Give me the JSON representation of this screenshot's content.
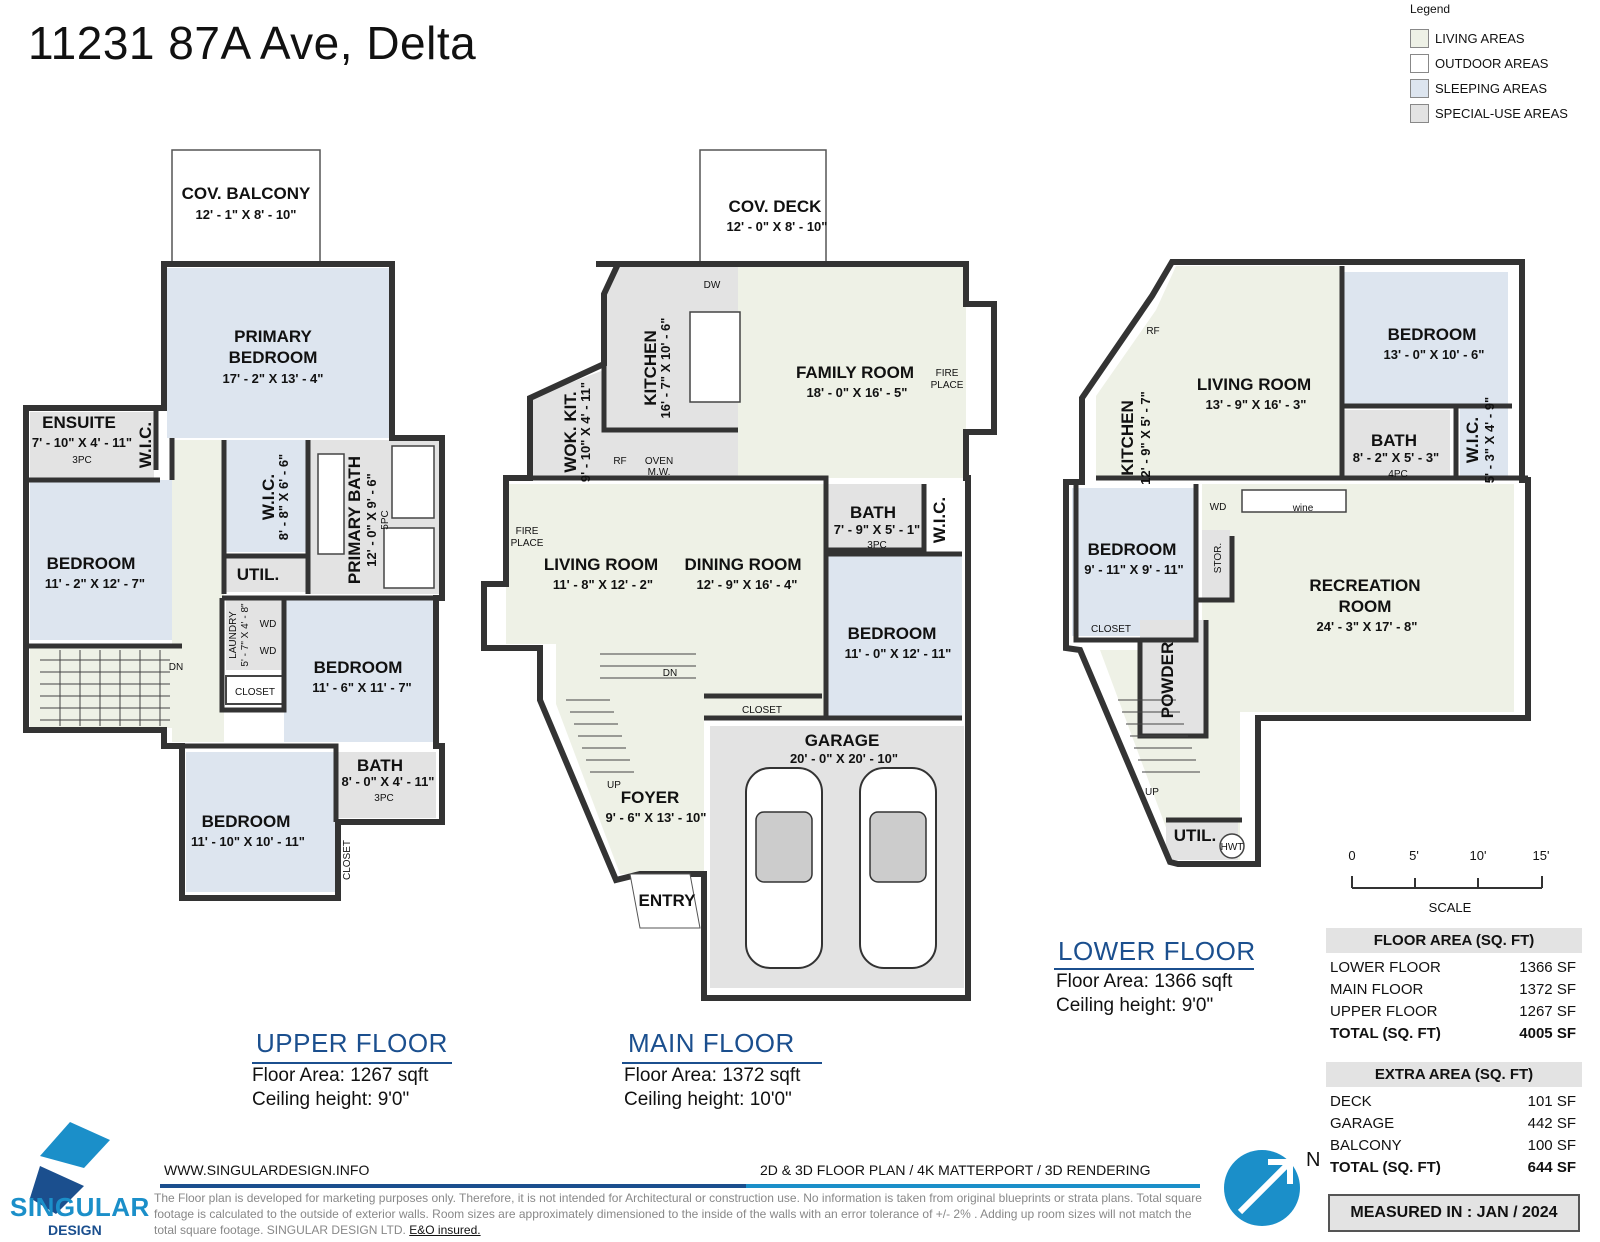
{
  "title": "11231 87A Ave, Delta",
  "legend": {
    "heading": "Legend",
    "items": [
      {
        "label": "LIVING AREAS",
        "color": "#eef1e6"
      },
      {
        "label": "OUTDOOR AREAS",
        "color": "#ffffff"
      },
      {
        "label": "SLEEPING AREAS",
        "color": "#dde5ef"
      },
      {
        "label": "SPECIAL-USE AREAS",
        "color": "#e3e3e3"
      }
    ]
  },
  "upper": {
    "label": "UPPER FLOOR",
    "area": "Floor Area: 1267 sqft",
    "ceiling": "Ceiling height: 9'0\"",
    "rooms": {
      "balcony": {
        "name": "COV. BALCONY",
        "dim": "12' - 1\" X 8' - 10\""
      },
      "primary": {
        "name1": "PRIMARY",
        "name2": "BEDROOM",
        "dim": "17' - 2\" X 13' - 4\""
      },
      "ensuite": {
        "name": "ENSUITE",
        "dim": "7' - 10\" X 4' - 11\"",
        "tag": "3PC"
      },
      "wic1": {
        "name": "W.I.C."
      },
      "wic2": {
        "name": "W.I.C.",
        "dim": "8' - 8\" X 6' - 6\""
      },
      "pbath": {
        "name": "PRIMARY BATH",
        "dim": "12' - 0\" X 9' - 6\"",
        "tag": "5PC"
      },
      "util": {
        "name": "UTIL."
      },
      "bed1": {
        "name": "BEDROOM",
        "dim": "11' - 2\" X 12' - 7\""
      },
      "laundry": {
        "name": "LAUNDRY",
        "dim": "5' - 7\" X 4' - 8\"",
        "wd": "WD"
      },
      "closet": {
        "name": "CLOSET"
      },
      "bed2": {
        "name": "BEDROOM",
        "dim": "11' - 6\" X 11' - 7\""
      },
      "bath": {
        "name": "BATH",
        "dim": "8' - 0\" X 4' - 11\"",
        "tag": "3PC"
      },
      "bed3": {
        "name": "BEDROOM",
        "dim": "11' - 10\" X 10' - 11\""
      },
      "closet2": {
        "name": "CLOSET"
      },
      "dn": "DN"
    }
  },
  "main": {
    "label": "MAIN FLOOR",
    "area": "Floor Area: 1372 sqft",
    "ceiling": "Ceiling height: 10'0\"",
    "rooms": {
      "deck": {
        "name": "COV. DECK",
        "dim": "12' - 0\" X 8' - 10\""
      },
      "kitchen": {
        "name": "KITCHEN",
        "dim": "16' - 7\" X 10' - 6\""
      },
      "wok": {
        "name": "WOK. KIT.",
        "dim": "9' - 10\" X 4' - 11\""
      },
      "family": {
        "name": "FAMILY ROOM",
        "dim": "18' - 0\" X 16' - 5\""
      },
      "fire1": {
        "l1": "FIRE",
        "l2": "PLACE"
      },
      "fire2": {
        "l1": "FIRE",
        "l2": "PLACE"
      },
      "living": {
        "name": "LIVING ROOM",
        "dim": "11' - 8\" X 12' - 2\""
      },
      "dining": {
        "name": "DINING ROOM",
        "dim": "12' - 9\" X 16' - 4\""
      },
      "bath": {
        "name": "BATH",
        "dim": "7' - 9\" X 5' - 1\"",
        "tag": "3PC"
      },
      "wic": {
        "name": "W.I.C."
      },
      "bed": {
        "name": "BEDROOM",
        "dim": "11' - 0\" X 12' - 11\""
      },
      "closet": {
        "name": "CLOSET"
      },
      "garage": {
        "name": "GARAGE",
        "dim": "20' - 0\" X 20' - 10\""
      },
      "foyer": {
        "name": "FOYER",
        "dim": "9' - 6\" X 13' - 10\""
      },
      "entry": {
        "name": "ENTRY"
      },
      "rf": "RF",
      "oven": "OVEN",
      "mw": "M.W.",
      "dw": "DW",
      "dn": "DN",
      "up": "UP"
    }
  },
  "lower": {
    "label": "LOWER FLOOR",
    "area": "Floor Area: 1366 sqft",
    "ceiling": "Ceiling height: 9'0\"",
    "rooms": {
      "kitchen": {
        "name": "KITCHEN",
        "dim": "12' - 9\" X 5' - 7\""
      },
      "living": {
        "name": "LIVING ROOM",
        "dim": "13' - 9\" X 16' - 3\""
      },
      "bed1": {
        "name": "BEDROOM",
        "dim": "13' - 0\" X 10' - 6\""
      },
      "bath": {
        "name": "BATH",
        "dim": "8' - 2\" X 5' - 3\"",
        "tag": "4PC"
      },
      "wic": {
        "name": "W.I.C.",
        "dim": "5' - 3\" X 4' - 9\""
      },
      "bed2": {
        "name": "BEDROOM",
        "dim": "9' - 11\" X 9' - 11\""
      },
      "closet": {
        "name": "CLOSET"
      },
      "stor": {
        "name": "STOR."
      },
      "rec": {
        "name1": "RECREATION",
        "name2": "ROOM",
        "dim": "24' - 3\" X 17' - 8\""
      },
      "powder": {
        "name": "POWDER"
      },
      "util": {
        "name": "UTIL."
      },
      "rf": "RF",
      "wd": "WD",
      "wine": "wine",
      "up": "UP",
      "hwt": "HWT"
    }
  },
  "scale": {
    "ticks": [
      "0",
      "5'",
      "10'",
      "15'"
    ],
    "label": "SCALE"
  },
  "floor_area": {
    "heading": "FLOOR AREA (SQ. FT)",
    "rows": [
      {
        "name": "LOWER FLOOR",
        "value": "1366 SF"
      },
      {
        "name": "MAIN FLOOR",
        "value": "1372 SF"
      },
      {
        "name": "UPPER FLOOR",
        "value": "1267 SF"
      }
    ],
    "total": {
      "name": "TOTAL (SQ. FT)",
      "value": "4005 SF"
    }
  },
  "extra_area": {
    "heading": "EXTRA AREA (SQ. FT)",
    "rows": [
      {
        "name": "DECK",
        "value": "101 SF"
      },
      {
        "name": "GARAGE",
        "value": "442 SF"
      },
      {
        "name": "BALCONY",
        "value": "100 SF"
      }
    ],
    "total": {
      "name": "TOTAL (SQ. FT)",
      "value": "644 SF"
    }
  },
  "measured": "MEASURED IN : JAN / 2024",
  "footer": {
    "website": "WWW.SINGULARDESIGN.INFO",
    "services": "2D & 3D FLOOR PLAN / 4K MATTERPORT / 3D RENDERING",
    "disclaimer": "The Floor plan is developed for marketing purposes only. Therefore, it is not intended for Architectural or construction use. No information is taken from original blueprints or strata plans. Total square footage is calculated to the outside of exterior walls. Room sizes are approximately dimensioned to the inside of the walls with an error tolerance of +/- 2% . Adding up room sizes will not match the total square footage. SINGULAR DESIGN LTD.",
    "eo": "E&O insured.",
    "brand": "SINGULAR",
    "brand_sub": "DESIGN"
  },
  "compass": "N",
  "colors": {
    "living": "#eef1e6",
    "sleeping": "#dde5ef",
    "special": "#e3e3e3",
    "wall": "#333333",
    "brand_blue": "#1b8fc9",
    "title_blue": "#1b4f8e"
  }
}
